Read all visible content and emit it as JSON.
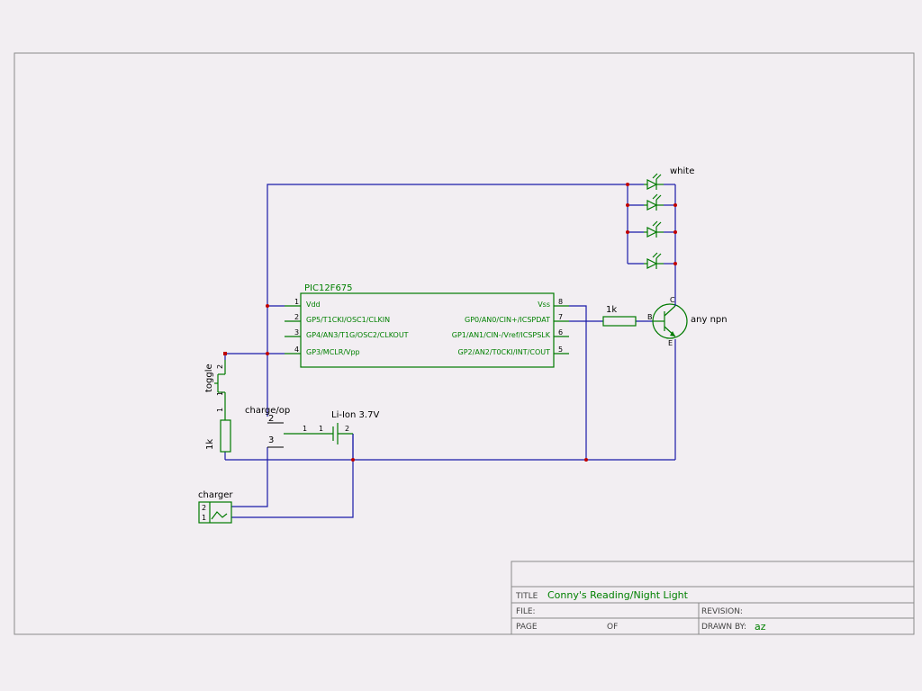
{
  "mcu": {
    "name": "PIC12F675",
    "pins_left": [
      {
        "num": "1",
        "label": "Vdd"
      },
      {
        "num": "2",
        "label": "GP5/T1CKI/OSC1/CLKIN"
      },
      {
        "num": "3",
        "label": "GP4/AN3/T1G/OSC2/CLKOUT"
      },
      {
        "num": "4",
        "label": "GP3/MCLR/Vpp"
      }
    ],
    "pins_right": [
      {
        "num": "8",
        "label": "Vss"
      },
      {
        "num": "7",
        "label": "GP0/AN0/CIN+/ICSPDAT"
      },
      {
        "num": "6",
        "label": "GP1/AN1/CIN-/Vref/ICSPSLK"
      },
      {
        "num": "5",
        "label": "GP2/AN2/T0CKI/INT/COUT"
      }
    ]
  },
  "leds": {
    "label": "white"
  },
  "resistor_base": {
    "value": "1k"
  },
  "transistor": {
    "label": "any npn",
    "pin_c": "C",
    "pin_b": "B",
    "pin_e": "E"
  },
  "toggle": {
    "label": "toggle",
    "pin_top": "2",
    "pin_mid": "1",
    "pin_bot": "1"
  },
  "resistor_pull": {
    "value": "1k"
  },
  "charge_switch": {
    "label": "charge/op",
    "pin2": "2",
    "pin1": "1",
    "pin3": "3"
  },
  "battery": {
    "label": "Li-Ion 3.7V",
    "pin1": "1",
    "pin2": "2",
    "pin1b": "1"
  },
  "charger": {
    "label": "charger",
    "pin2": "2",
    "pin1": "1"
  },
  "title_block": {
    "title_label": "TITLE",
    "title_value": "Conny's Reading/Night Light",
    "file_label": "FILE:",
    "revision_label": "REVISION:",
    "page_label": "PAGE",
    "of_label": "OF",
    "drawn_by_label": "DRAWN BY:",
    "drawn_by_value": "az"
  },
  "colors": {
    "background": "#f2eef2",
    "wire": "#1a1aa8",
    "part": "#007a00",
    "junction": "#c00000",
    "frame": "#8a8a8a"
  }
}
